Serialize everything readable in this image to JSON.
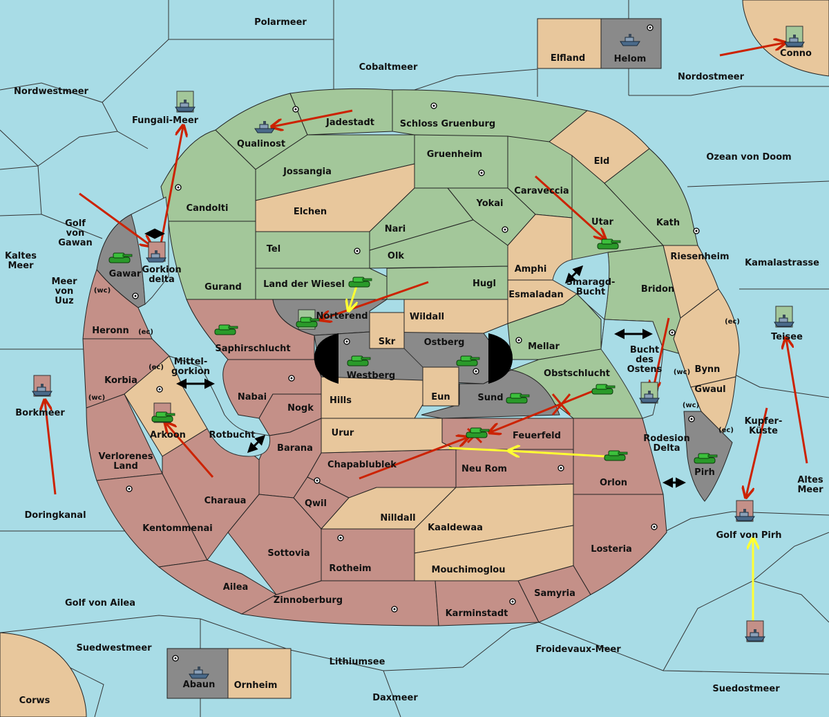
{
  "sea_regions": {
    "polarmeer": "Polarmeer",
    "cobaltmeer": "Cobaltmeer",
    "nordwestmeer": "Nordwestmeer",
    "nordostmeer": "Nordostmeer",
    "fungali_meer": "Fungali-Meer",
    "golf_von_gawan": "Golf von Gawan",
    "kaltes_meer": "Kaltes Meer",
    "meer_von_uuz": "Meer von Uuz",
    "ozean_von_doom": "Ozean von Doom",
    "kamalastrasse": "Kamalastrasse",
    "smaragd_bucht": "Smaragd-Bucht",
    "bucht_des_ostens": "Bucht des Ostens",
    "mittelgorkion": "Mittel-gorkion",
    "rotbucht": "Rotbucht",
    "gorkion_delta": "Gorkion delta",
    "rodesion_delta": "Rodesion Delta",
    "borkmeer": "Borkmeer",
    "doringkanal": "Doringkanal",
    "golf_von_ailea": "Golf von Ailea",
    "suedwestmeer": "Suedwestmeer",
    "lithiumsee": "Lithiumsee",
    "daxmeer": "Daxmeer",
    "froidevaux_meer": "Froidevaux-Meer",
    "suedostmeer": "Suedostmeer",
    "kupfer_kueste": "Kupfer-Küste",
    "altes_meer": "Altes Meer",
    "golf_von_pirh": "Golf von Pirh"
  },
  "land_regions": {
    "elfland": "Elfland",
    "helom": "Helom",
    "conno": "Conno",
    "teisee": "Teisee",
    "corws": "Corws",
    "abaun": "Abaun",
    "ornheim": "Ornheim",
    "qualinost": "Qualinost",
    "jadestadt": "Jadestadt",
    "schloss_gruenburg": "Schloss Gruenburg",
    "jossangia": "Jossangia",
    "gruenheim": "Gruenheim",
    "eld": "Eld",
    "candolti": "Candolti",
    "elchen": "Elchen",
    "caraveccia": "Caraveccia",
    "yokai": "Yokai",
    "nari": "Nari",
    "utar": "Utar",
    "kath": "Kath",
    "tel": "Tel",
    "olk": "Olk",
    "amphi": "Amphi",
    "riesenheim": "Riesenheim",
    "gurand": "Gurand",
    "land_der_wiesel": "Land der Wiesel",
    "hugl": "Hugl",
    "esmaladan": "Esmaladan",
    "bridon": "Bridon",
    "gawar": "Gawar",
    "norterend": "Norterend",
    "wildall": "Wildall",
    "heronn": "Heronn",
    "skr": "Skr",
    "ostberg": "Ostberg",
    "mellar": "Mellar",
    "saphirschlucht": "Saphirschlucht",
    "westberg": "Westberg",
    "obstschlucht": "Obstschlucht",
    "bynn": "Bynn",
    "korbia": "Korbia",
    "nabai": "Nabai",
    "hills": "Hills",
    "eun": "Eun",
    "sund": "Sund",
    "gwaul": "Gwaul",
    "nogk": "Nogk",
    "arkoon": "Arkoon",
    "urur": "Urur",
    "feuerfeld": "Feuerfeld",
    "barana": "Barana",
    "verlorenes_land": "Verlorenes Land",
    "chapablublek": "Chapablublek",
    "neu_rom": "Neu Rom",
    "orlon": "Orlon",
    "pirh": "Pirh",
    "charaua": "Charaua",
    "qwil": "Qwil",
    "nilldall": "Nilldall",
    "kaaldewaa": "Kaaldewaa",
    "kentommenai": "Kentommenai",
    "losteria": "Losteria",
    "sottovia": "Sottovia",
    "rotheim": "Rotheim",
    "mouchimoglou": "Mouchimoglou",
    "ailea": "Ailea",
    "samyria": "Samyria",
    "zinnoberburg": "Zinnoberburg",
    "karminstadt": "Karminstadt"
  },
  "coast_labels": {
    "gawar_wc": "(wc)",
    "heronn_ec": "(ec)",
    "korbia_ec": "(ec)",
    "korbia_wc": "(wc)",
    "teisee_ec": "(ec)",
    "bynn_wc": "(wc)",
    "gwaul_wc": "(wc)",
    "gwaul_ec": "(ec)"
  },
  "powers": {
    "green": "#a3c79a",
    "tan": "#e8c79c",
    "red": "#c49088",
    "gray": "#8a8a8a",
    "sea": "#a8dce6"
  },
  "order_colors": {
    "move": "#cc2200",
    "support": "#ffff33",
    "convoy_swap": "#000000"
  }
}
